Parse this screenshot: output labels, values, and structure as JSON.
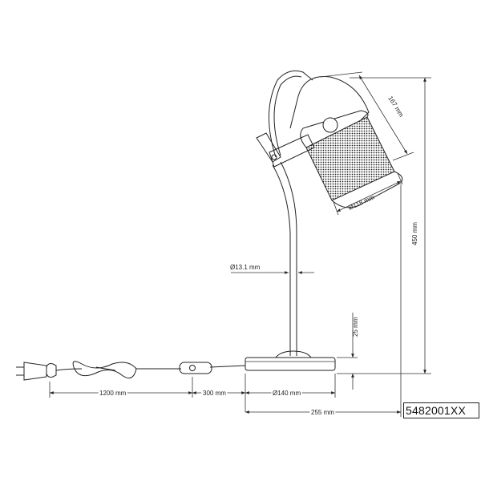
{
  "dimensions": {
    "shade_length": "167 mm",
    "shade_diameter": "Ø118 mm",
    "total_height": "450 mm",
    "stem_diameter": "Ø13.1 mm",
    "base_height": "25 mm",
    "cable_length": "1200 mm",
    "switch_distance": "300 mm",
    "base_diameter": "Ø140 mm",
    "total_width": "255 mm"
  },
  "product_code": "5482001XX"
}
